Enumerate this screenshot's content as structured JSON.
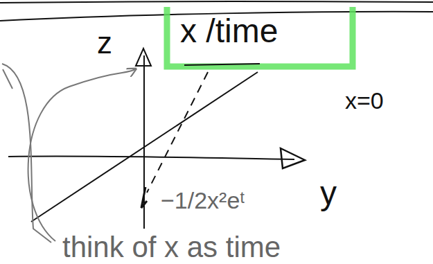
{
  "diagram": {
    "nodes": [
      {
        "text": [
          "x /time"
        ]
      }
    ],
    "labels": [
      "z",
      "x=0",
      "−1/2x²eᵗ",
      "y",
      "think of x as time"
    ]
  }
}
